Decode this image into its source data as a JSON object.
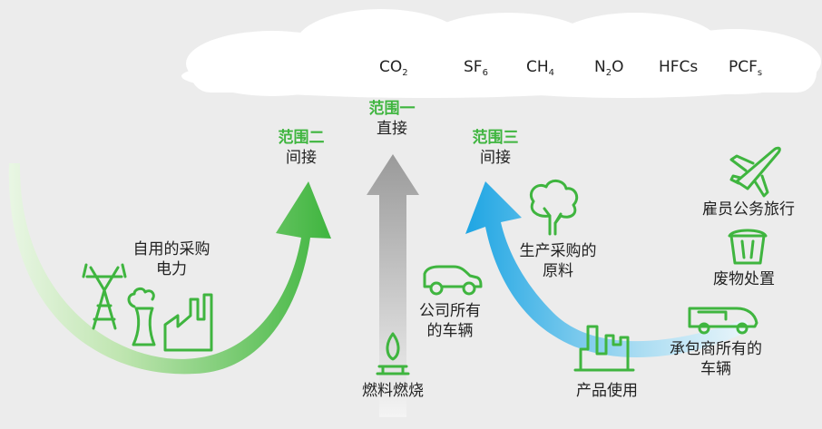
{
  "gases": [
    {
      "base": "CO",
      "sub": "2",
      "tail": ""
    },
    {
      "base": "SF",
      "sub": "6",
      "tail": ""
    },
    {
      "base": "CH",
      "sub": "4",
      "tail": ""
    },
    {
      "base": "N",
      "sub": "2",
      "tail": "O"
    },
    {
      "base": "HFCs",
      "sub": "",
      "tail": ""
    },
    {
      "base": "PCF",
      "sub": "s",
      "tail": ""
    }
  ],
  "scopes": {
    "scope1": {
      "title": "范围一",
      "type": "直接"
    },
    "scope2": {
      "title": "范围二",
      "type": "间接"
    },
    "scope3": {
      "title": "范围三",
      "type": "间接"
    }
  },
  "items": {
    "purchased_electricity": [
      "自用的采购",
      "电力"
    ],
    "fuel_combustion": "燃料燃烧",
    "company_vehicles": [
      "公司所有",
      "的车辆"
    ],
    "purchased_materials": [
      "生产采购的",
      "原料"
    ],
    "product_use": "产品使用",
    "contractor_vehicles": [
      "承包商所有的",
      "车辆"
    ],
    "waste_disposal": "废物处置",
    "business_travel": "雇员公务旅行"
  },
  "colors": {
    "green": "#3fb53f",
    "blue": "#1ea5e3",
    "gray": "#9a9a9a",
    "background": "#ececec",
    "cloud": "#ffffff"
  }
}
